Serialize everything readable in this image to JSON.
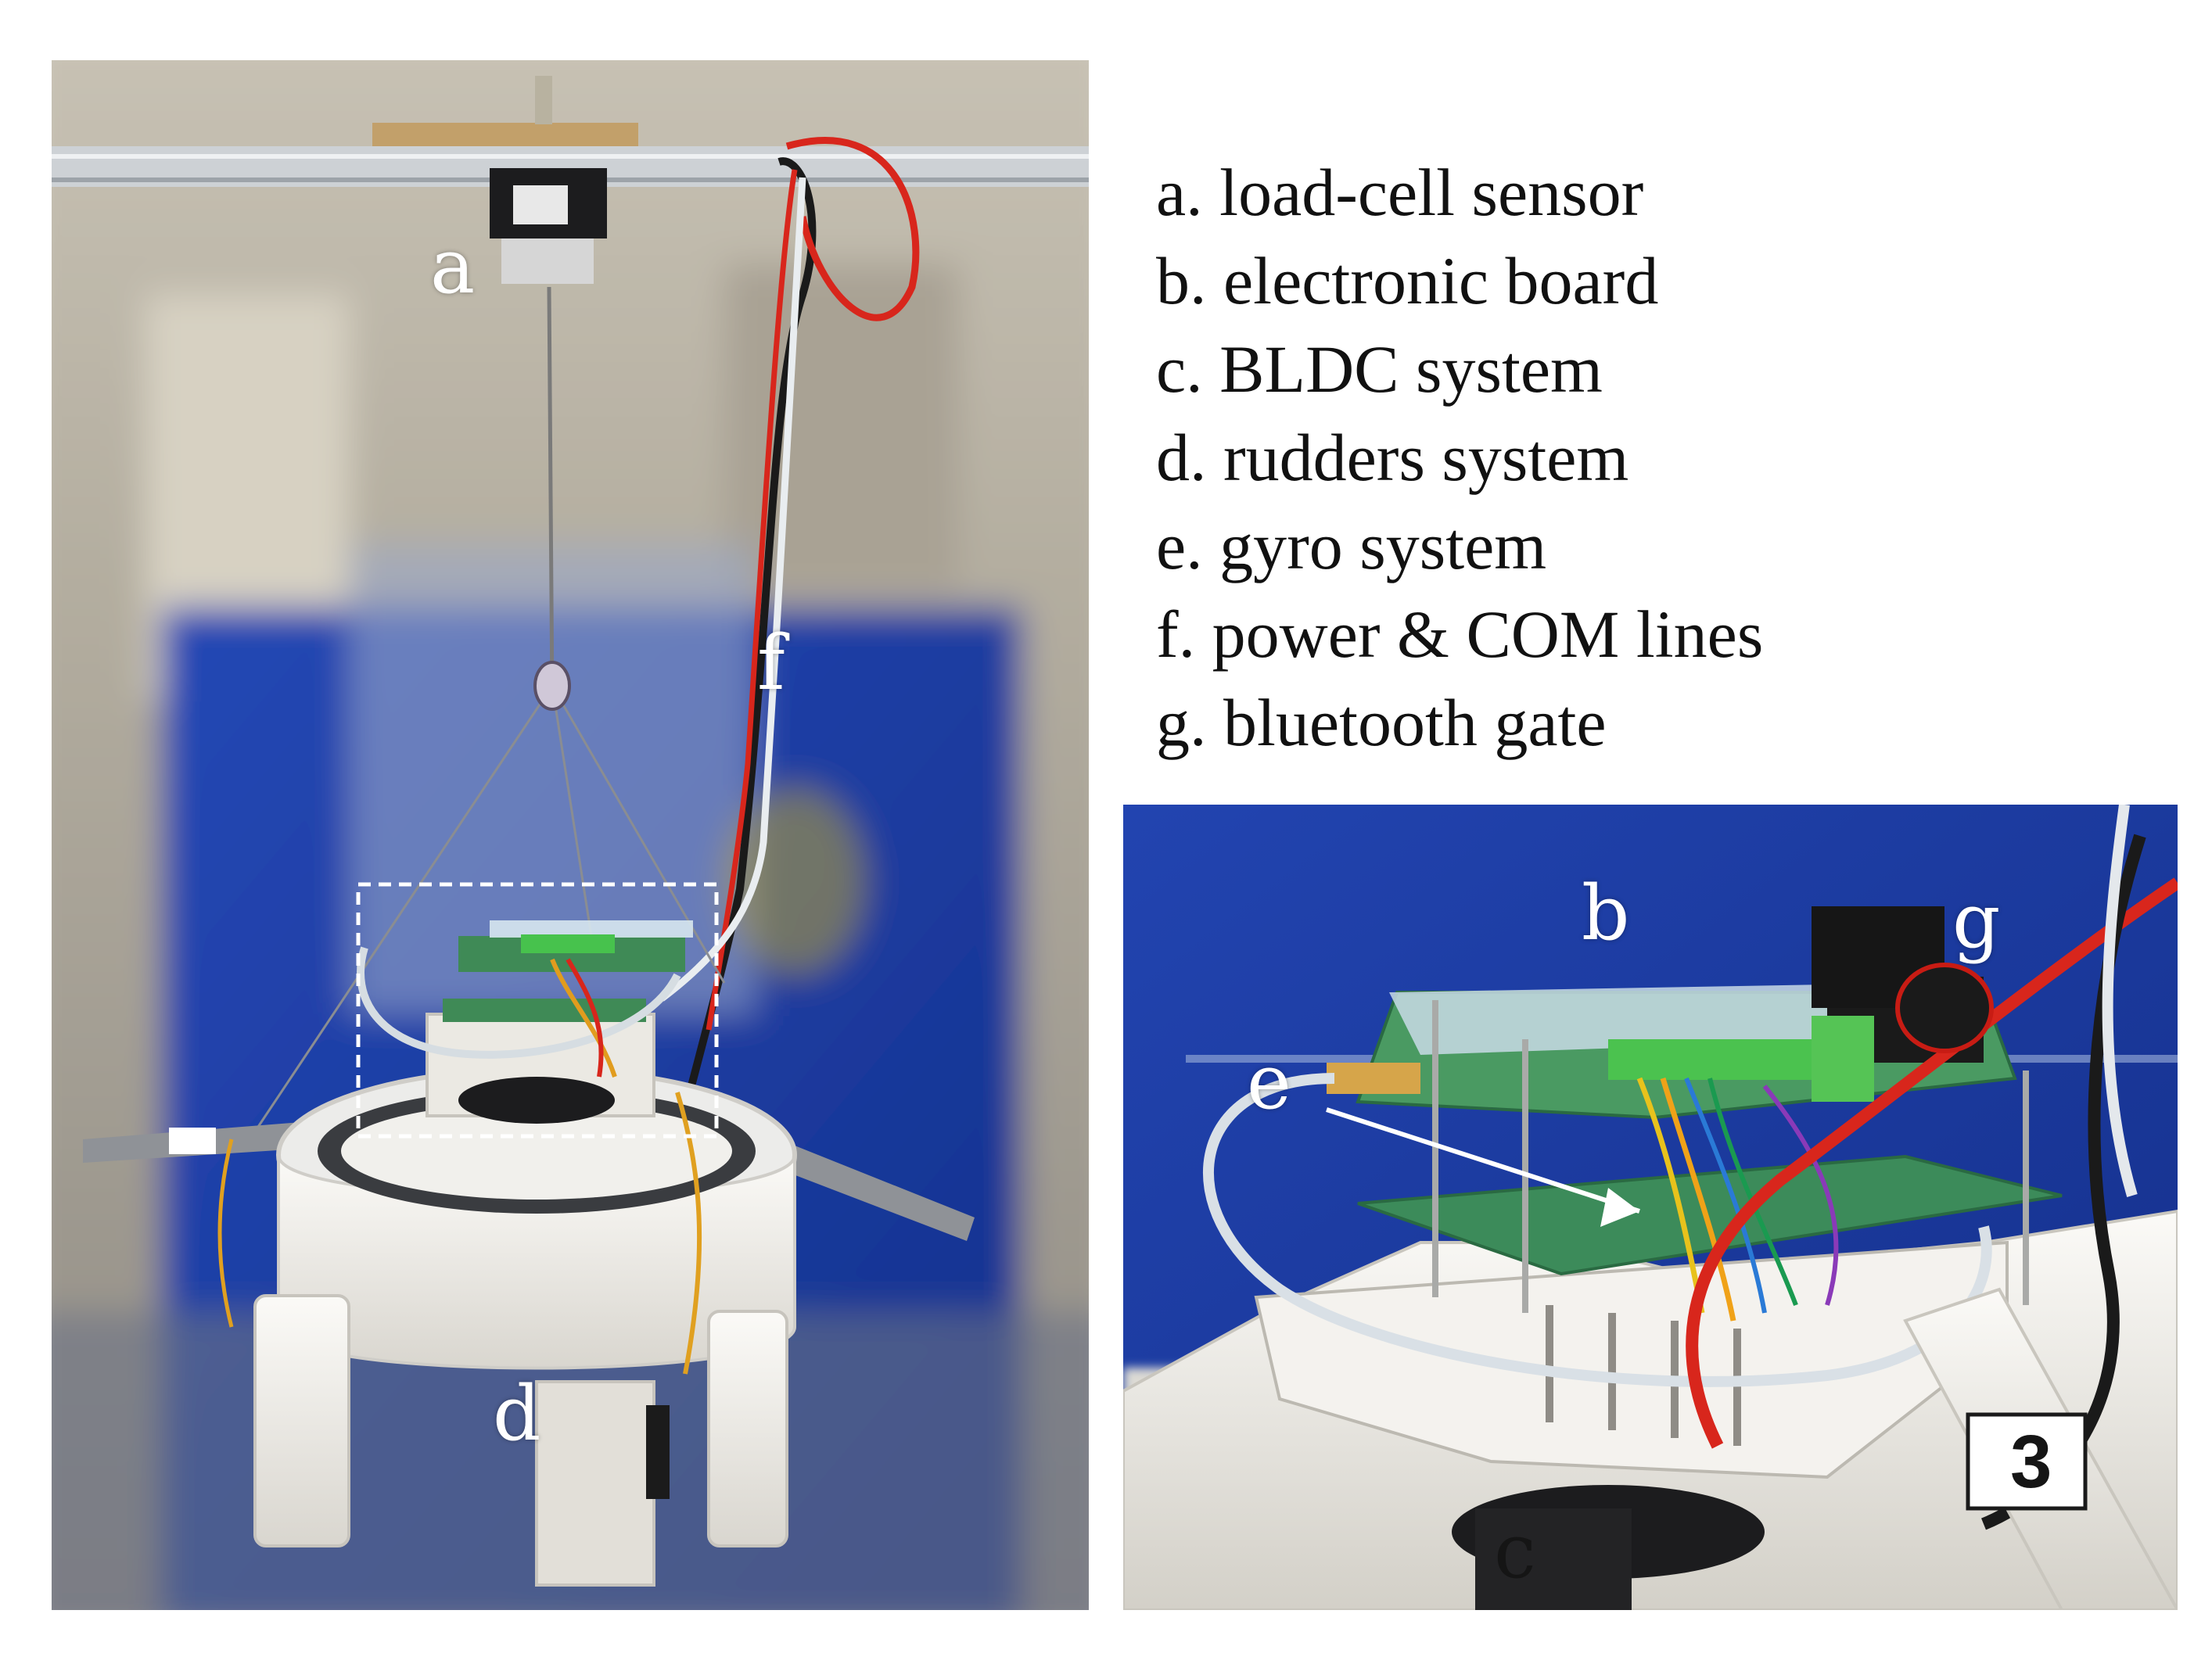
{
  "labels": {
    "a": "a",
    "b": "b",
    "c": "c",
    "d": "d",
    "e": "e",
    "f": "f",
    "g": "g"
  },
  "legend": [
    "a. load-cell sensor",
    "b. electronic board",
    "c. BLDC system",
    "d. rudders system",
    "e. gyro system",
    "f. power & COM lines",
    "g. bluetooth gate"
  ],
  "colors": {
    "background_blue": "#1f3fa6",
    "wall_grey": "#b9b3a6",
    "frame_white": "#f4f2ee",
    "pcb_green": "#3f8a56",
    "wire_red": "#d8261c",
    "wire_black": "#1a1a1a",
    "rail_silver": "#c9ccd0"
  }
}
